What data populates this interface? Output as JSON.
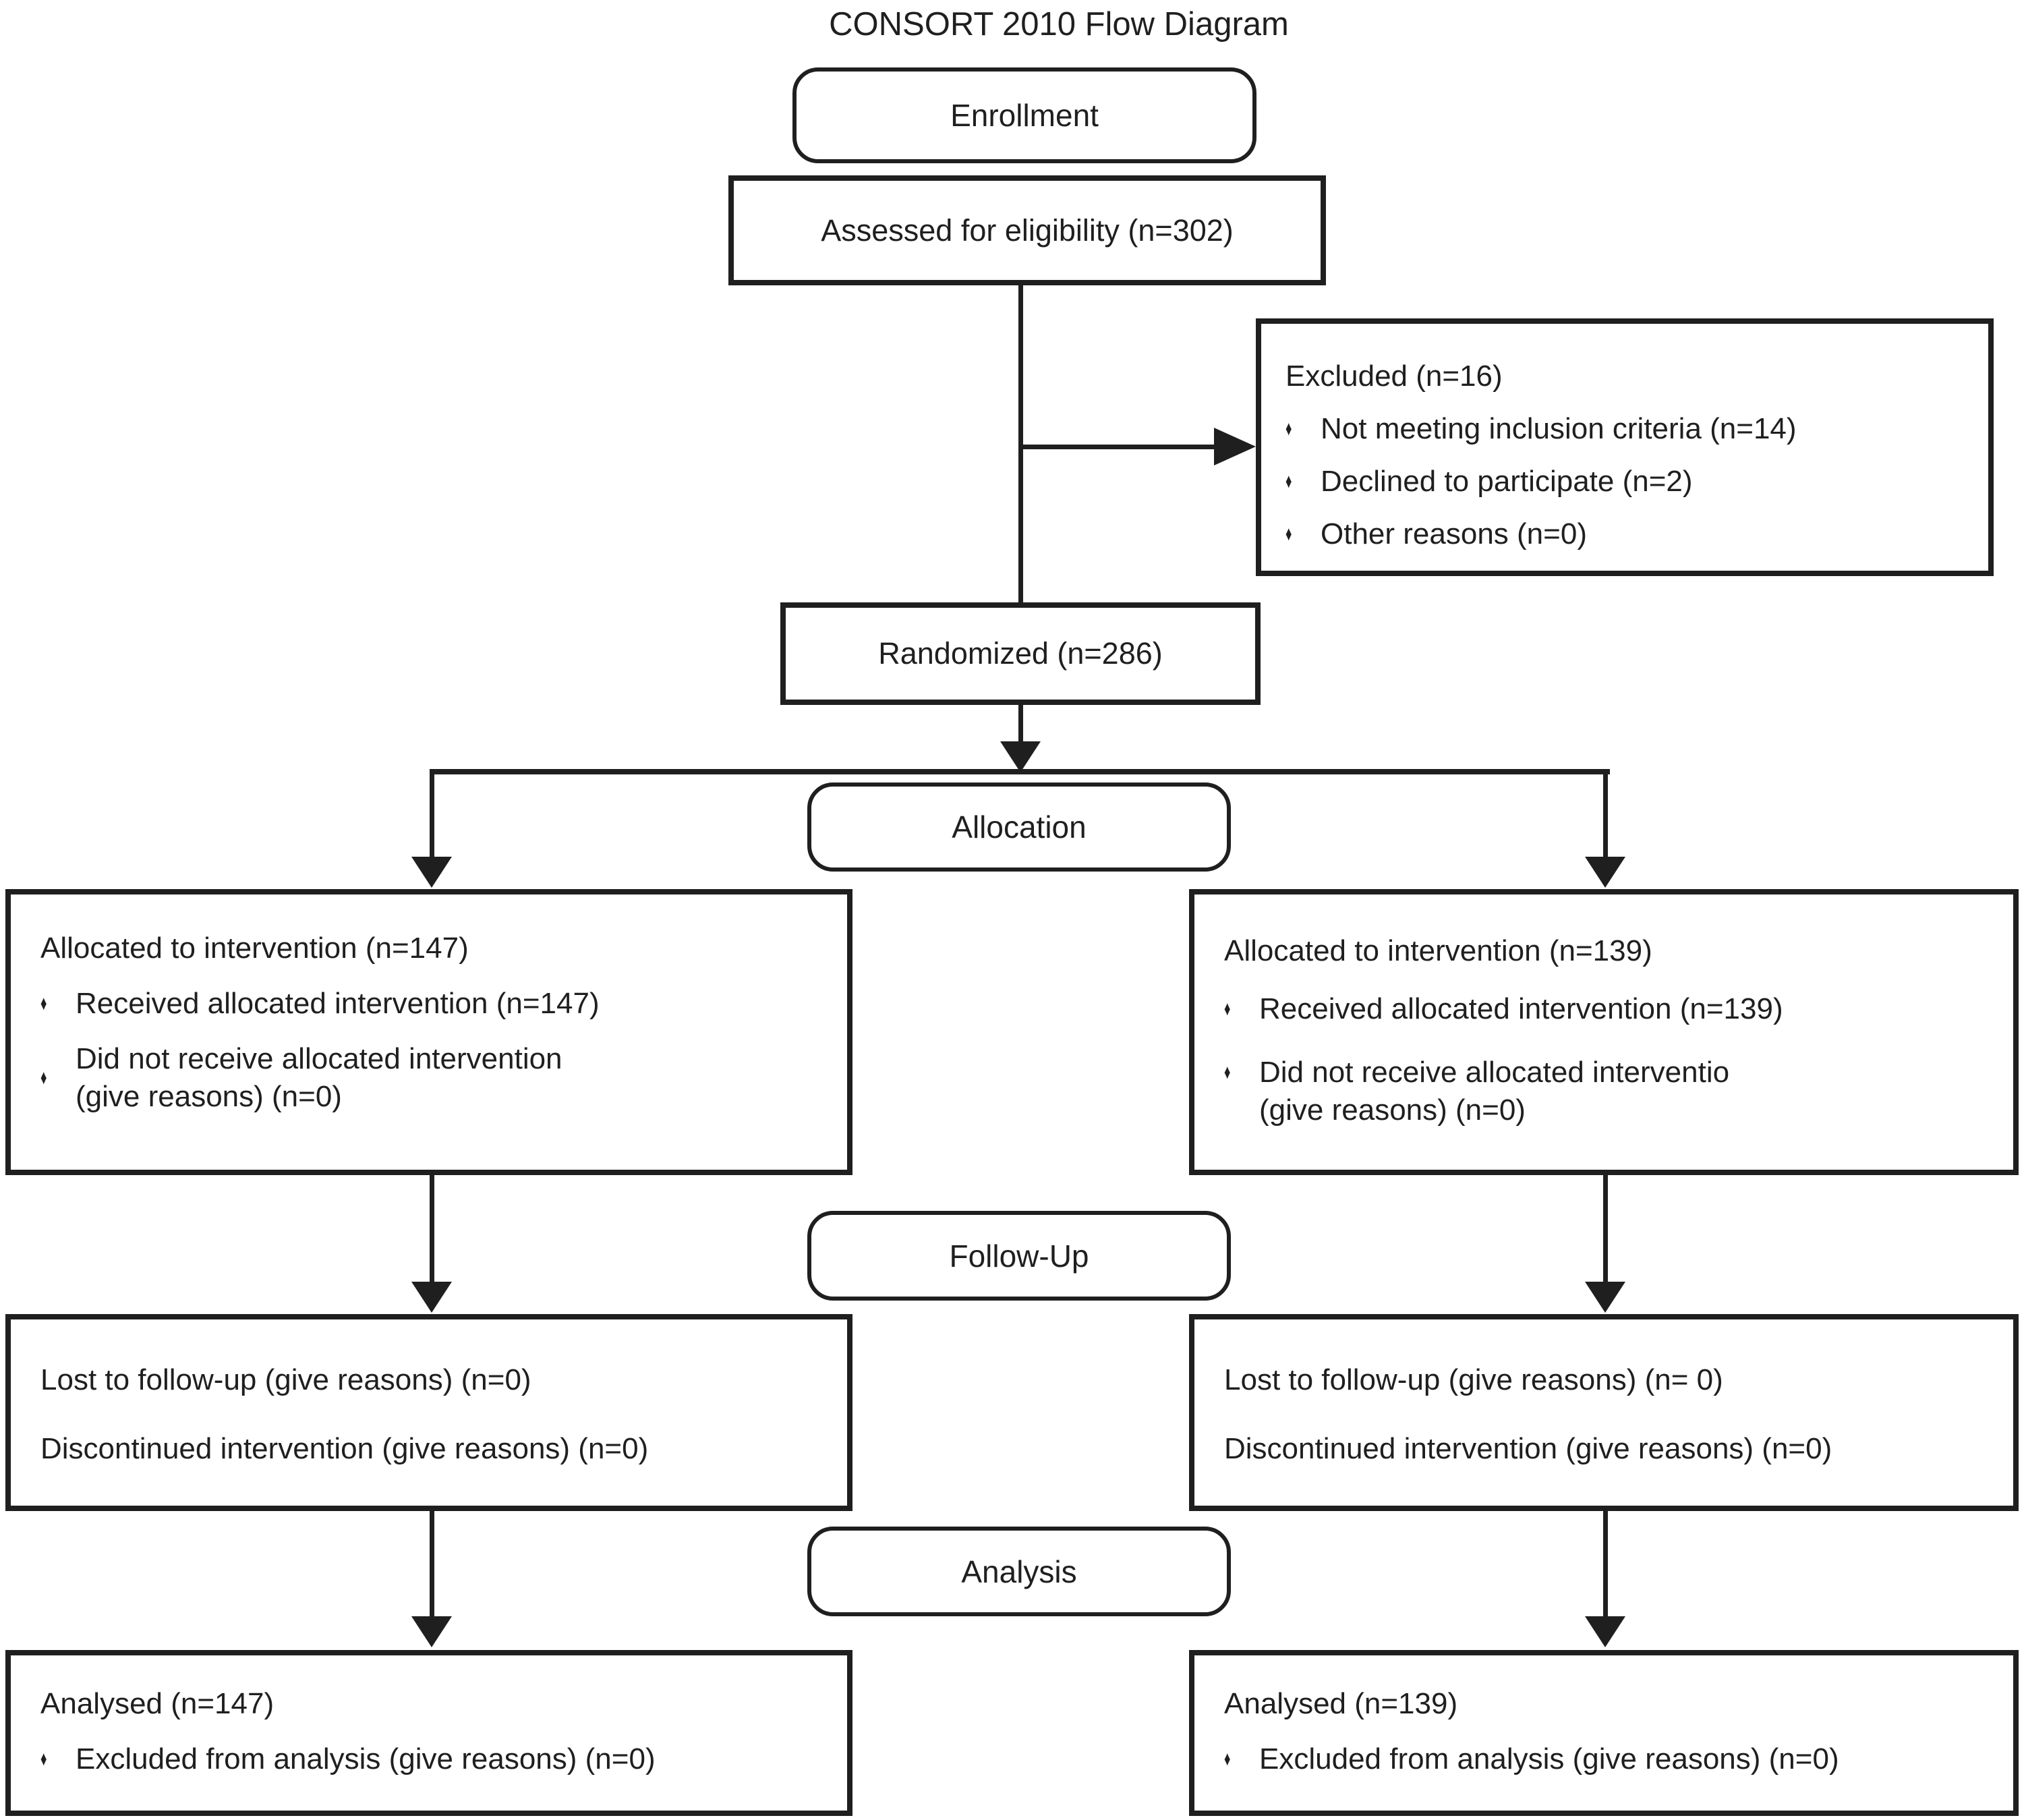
{
  "title": "CONSORT 2010 Flow Diagram",
  "bullet_glyph": "♦",
  "colors": {
    "ink": "#1f1f1f",
    "paper": "#ffffff"
  },
  "stages": {
    "enrollment": "Enrollment",
    "allocation": "Allocation",
    "followup": "Follow-Up",
    "analysis": "Analysis"
  },
  "enrollment": {
    "assessed": "Assessed for eligibility (n=302)",
    "excluded": {
      "heading": "Excluded (n=16)",
      "bullets": [
        "Not meeting inclusion criteria (n=14)",
        "Declined to participate (n=2)",
        "Other reasons (n=0)"
      ]
    },
    "randomized": "Randomized (n=286)"
  },
  "allocation": {
    "left": {
      "heading": "Allocated to intervention (n=147)",
      "bullet1": "Received allocated intervention (n=147)",
      "bullet2_line1": "Did not receive allocated intervention",
      "bullet2_line2": "(give reasons) (n=0)"
    },
    "right": {
      "heading": "Allocated to intervention (n=139)",
      "bullet1": "Received allocated intervention (n=139)",
      "bullet2_line1": "Did not receive allocated interventio",
      "bullet2_line2": "(give reasons) (n=0)"
    }
  },
  "followup": {
    "left": {
      "line1": "Lost to follow-up (give reasons) (n=0)",
      "line2": "Discontinued intervention (give reasons) (n=0)"
    },
    "right": {
      "line1": "Lost to follow-up (give reasons) (n= 0)",
      "line2": "Discontinued intervention (give reasons) (n=0)"
    }
  },
  "analysis": {
    "left": {
      "heading": "Analysed (n=147)",
      "bullet1": "Excluded from analysis (give reasons) (n=0)"
    },
    "right": {
      "heading": "Analysed (n=139)",
      "bullet1": "Excluded from analysis (give reasons) (n=0)"
    }
  }
}
